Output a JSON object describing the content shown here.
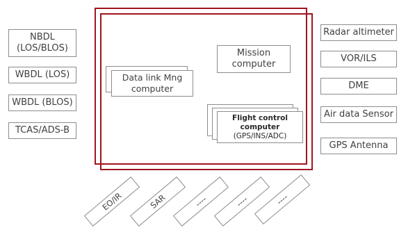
{
  "left_links": [
    {
      "label": "NBDL\n(LOS/BLOS)"
    },
    {
      "label": "WBDL (LOS)"
    },
    {
      "label": "WBDL (BLOS)"
    },
    {
      "label": "TCAS/ADS-B"
    }
  ],
  "right_sensors": [
    {
      "label": "Radar altimeter"
    },
    {
      "label": "VOR/ILS"
    },
    {
      "label": "DME"
    },
    {
      "label": "Air data Sensor"
    },
    {
      "label": "GPS Antenna"
    }
  ],
  "center": {
    "datalink": "Data link Mng\ncomputer",
    "mission": "Mission\ncomputer",
    "fcc_title": "Flight control\ncomputer",
    "fcc_sub": "(GPS/INS/ADC)"
  },
  "payloads": [
    {
      "label": "EO/IR"
    },
    {
      "label": "SAR"
    },
    {
      "label": "----"
    },
    {
      "label": "----"
    },
    {
      "label": "----"
    }
  ],
  "colors": {
    "frame": "#a0141e",
    "box_border": "#8c8c8c",
    "text": "#404040"
  }
}
